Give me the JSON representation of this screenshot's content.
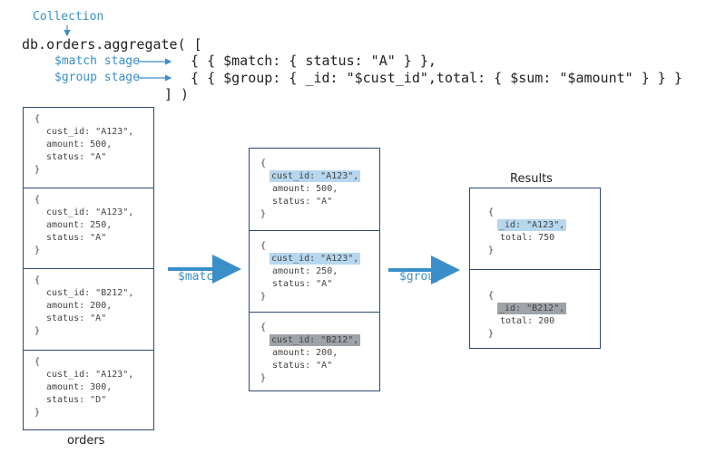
{
  "header": {
    "collection_label": "Collection",
    "aggregate_line": "db.orders.aggregate( [",
    "match_stage_label": "$match stage",
    "group_stage_label": "$group stage",
    "match_line": "{ $match: { status: \"A\" } },",
    "group_line": "{ $group: { _id: \"$cust_id\",total: { $sum: \"$amount\" } } }",
    "close_line": "] )"
  },
  "orders": {
    "caption": "orders",
    "docs": [
      {
        "cust_id": "cust_id: \"A123\",",
        "amount": "amount: 500,",
        "status": "status: \"A\""
      },
      {
        "cust_id": "cust_id: \"A123\",",
        "amount": "amount: 250,",
        "status": "status: \"A\""
      },
      {
        "cust_id": "cust_id: \"B212\",",
        "amount": "amount: 200,",
        "status": "status: \"A\""
      },
      {
        "cust_id": "cust_id: \"A123\",",
        "amount": "amount: 300,",
        "status": "status: \"D\""
      }
    ]
  },
  "match_arrow_label": "$match",
  "matched": {
    "docs": [
      {
        "cust_id": "cust_id: \"A123\",",
        "amount": "amount: 500,",
        "status": "status: \"A\""
      },
      {
        "cust_id": "cust_id: \"A123\",",
        "amount": "amount: 250,",
        "status": "status: \"A\""
      },
      {
        "cust_id": "cust_id: \"B212\",",
        "amount": "amount: 200,",
        "status": "status: \"A\""
      }
    ]
  },
  "group_arrow_label": "$group",
  "results": {
    "caption": "Results",
    "docs": [
      {
        "id": "_id: \"A123\",",
        "total": "total: 750"
      },
      {
        "id": "_id: \"B212\",",
        "total": "total: 200"
      }
    ]
  },
  "braces": {
    "open": "{",
    "close": "}"
  },
  "colors": {
    "accent": "#3a8fc8",
    "border": "#2e4a72",
    "highlight_blue": "#b6d7ee",
    "highlight_gray": "#9ea3a8"
  }
}
